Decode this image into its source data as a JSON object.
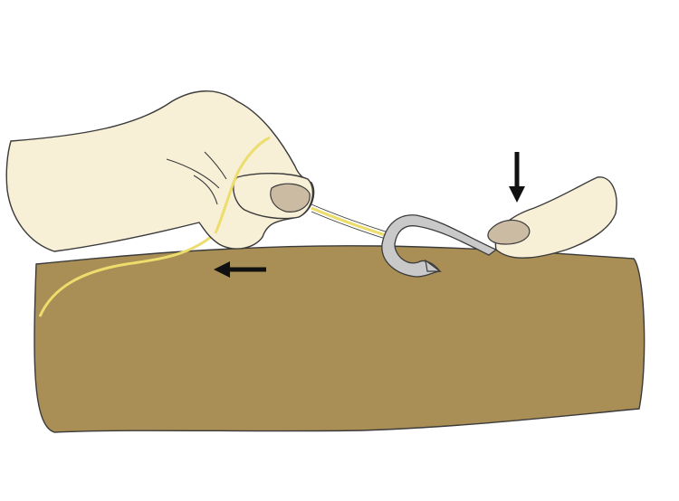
{
  "illustration": {
    "palette": {
      "background": "#ffffff",
      "skin": "#f7efd6",
      "nail": "#cbbba3",
      "arm": "#a98e55",
      "line": "#ecdd6d",
      "hook": "#c9c9c9",
      "outline": "#3b3b3b",
      "arrow": "#111111"
    },
    "elements": {
      "arm": "arm",
      "left_hand": "hand",
      "right_finger": "finger",
      "fishing_line": "line",
      "fishhook": "hook",
      "pull_arrow": "arrow-left",
      "press_arrow": "arrow-down"
    }
  }
}
